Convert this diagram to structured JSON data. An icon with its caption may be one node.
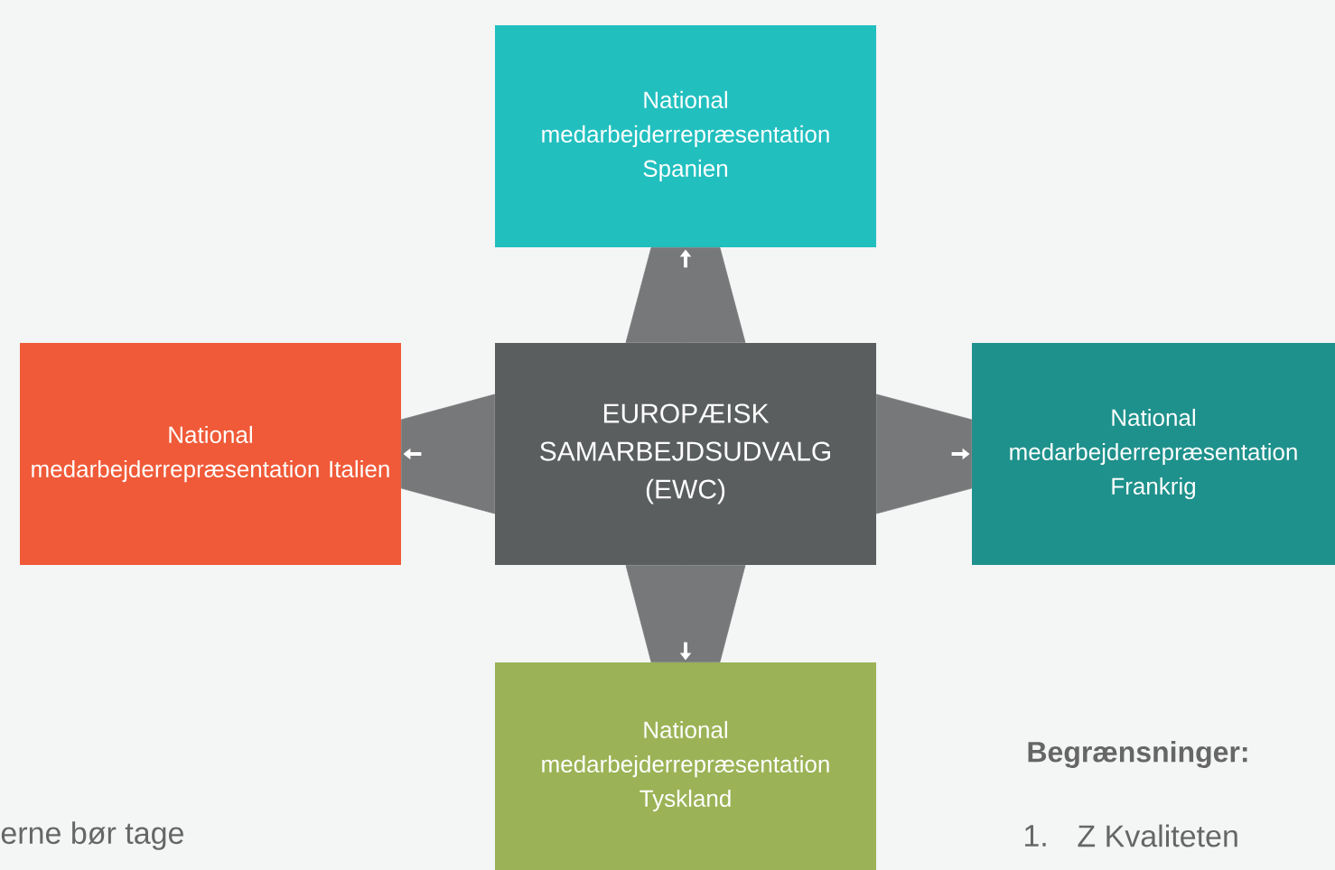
{
  "diagram": {
    "nodes": [
      {
        "text": [
          "EUROPÆISK SAMARBEJDSUDVALG (EWC)"
        ]
      },
      {
        "text": [
          "National medarbejderrepræsentation Spanien"
        ]
      },
      {
        "text": [
          "National medarbejderrepræsentation Italien"
        ]
      },
      {
        "text": [
          "National medarbejderrepræsentation Frankrig"
        ]
      },
      {
        "text": [
          "National medarbejderrepræsentation Tyskland"
        ]
      }
    ],
    "edges": [
      {
        "from": 0,
        "to": 1,
        "arrow": "to"
      },
      {
        "from": 0,
        "to": 2,
        "arrow": "to"
      },
      {
        "from": 0,
        "to": 3,
        "arrow": "to"
      },
      {
        "from": 0,
        "to": 4,
        "arrow": "to"
      }
    ],
    "labels": [
      "erne bør tage",
      "Begrænsninger:",
      "1.",
      "Z Kvaliteten"
    ]
  }
}
